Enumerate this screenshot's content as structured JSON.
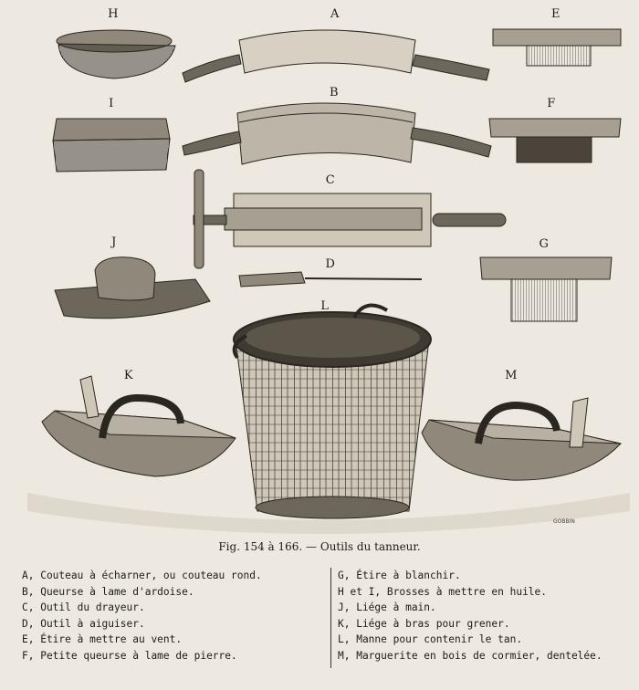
{
  "plate": {
    "labels": {
      "H": "H",
      "A": "A",
      "E": "E",
      "I": "I",
      "B": "B",
      "F": "F",
      "C": "C",
      "J": "J",
      "D": "D",
      "G": "G",
      "L": "L",
      "K": "K",
      "M": "M"
    },
    "engraver": "GOBBIN"
  },
  "caption": "Fig. 154 à 166. — Outils du tanneur.",
  "legend": {
    "left": [
      "A, Couteau à écharner, ou couteau rond.",
      "B, Queurse à lame d'ardoise.",
      "C, Outil du drayeur.",
      "D, Outil à aiguiser.",
      "E, Étire à mettre au vent.",
      "F, Petite queurse à lame de pierre."
    ],
    "right": [
      "G, Étire à blanchir.",
      "H et I, Brosses à mettre en huile.",
      "J, Liége à main.",
      "K, Liége à bras pour grener.",
      "L, Manne pour contenir le tan.",
      "M, Marguerite en bois de cormier, dentelée."
    ]
  }
}
